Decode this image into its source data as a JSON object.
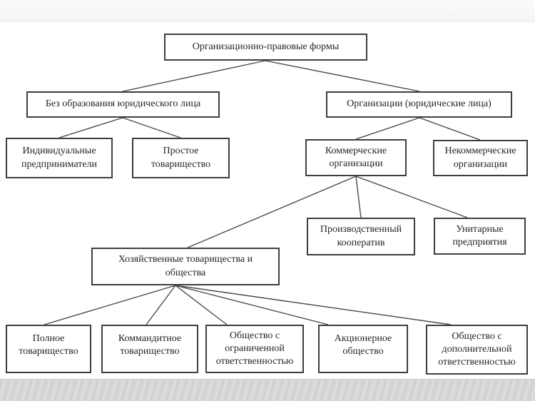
{
  "page": {
    "background_color": "#ffffff",
    "top_band_color": "#f6f6f6",
    "bottom_band_color": "#d6d6d6",
    "box_border_color": "#3e3e3e",
    "edge_line_color": "#4a4a4a",
    "text_color": "#252525"
  },
  "diagram": {
    "title": "Организационно-правовые формы",
    "type": "tree",
    "nodes": {
      "root": {
        "label": "Организационно-правовые формы"
      },
      "no_legal_entity": {
        "label": "Без образования юридического лица"
      },
      "organizations": {
        "label": "Организации (юридические лица)"
      },
      "individual_entrepreneurs": {
        "label": "Индивидуальные предприниматели"
      },
      "simple_partnership": {
        "label": "Простое товарищество"
      },
      "commercial_orgs": {
        "label": "Коммерческие организации"
      },
      "noncommercial_orgs": {
        "label": "Некоммерческие организации"
      },
      "production_cooperative": {
        "label": "Производственный кооператив"
      },
      "unitary_enterprises": {
        "label": "Унитарные предприятия"
      },
      "business_partnerships": {
        "label": "Хозяйственные товарищества и общества"
      },
      "full_partnership": {
        "label": "Полное товарищество"
      },
      "limited_partnership": {
        "label": "Коммандитное товарищество"
      },
      "llc": {
        "label": "Общество с ограниченной ответственностью"
      },
      "jsc": {
        "label": "Акционерное общество"
      },
      "alc": {
        "label": "Общество с дополнительной ответственностью"
      }
    },
    "edges": [
      {
        "from": "root",
        "to": "no_legal_entity"
      },
      {
        "from": "root",
        "to": "organizations"
      },
      {
        "from": "no_legal_entity",
        "to": "individual_entrepreneurs"
      },
      {
        "from": "no_legal_entity",
        "to": "simple_partnership"
      },
      {
        "from": "organizations",
        "to": "commercial_orgs"
      },
      {
        "from": "organizations",
        "to": "noncommercial_orgs"
      },
      {
        "from": "commercial_orgs",
        "to": "business_partnerships"
      },
      {
        "from": "commercial_orgs",
        "to": "production_cooperative"
      },
      {
        "from": "commercial_orgs",
        "to": "unitary_enterprises"
      },
      {
        "from": "business_partnerships",
        "to": "full_partnership"
      },
      {
        "from": "business_partnerships",
        "to": "limited_partnership"
      },
      {
        "from": "business_partnerships",
        "to": "llc"
      },
      {
        "from": "business_partnerships",
        "to": "jsc"
      },
      {
        "from": "business_partnerships",
        "to": "alc"
      }
    ]
  }
}
